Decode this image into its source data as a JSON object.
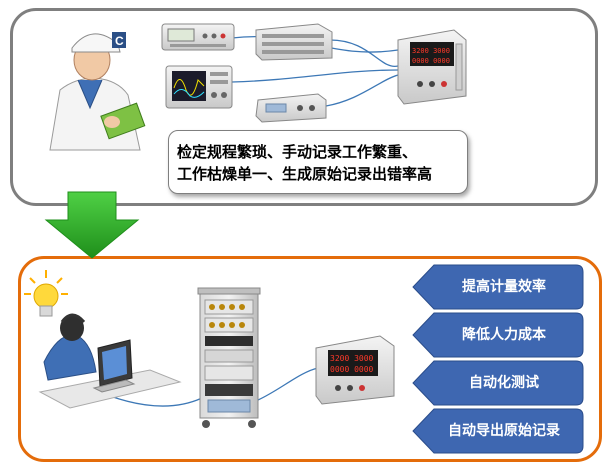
{
  "top_panel": {
    "problem_lines": [
      "检定规程繁琐、手动记录工作繁重、",
      "工作枯燥单一、生成原始记录出错率高"
    ]
  },
  "bottom_panel": {
    "benefits": [
      {
        "label": "提高计量效率"
      },
      {
        "label": "降低人力成本"
      },
      {
        "label": "自动化测试"
      },
      {
        "label": "自动导出原始记录"
      }
    ]
  },
  "instrument_display": {
    "top_row": "3200 3000",
    "bottom_row": "0000 0000"
  },
  "colors": {
    "top_border": "#7f7f7f",
    "bottom_border": "#e46c0a",
    "arrow_green": "#3cb832",
    "benefit_blue": "#3e67b1",
    "cable": "#3d78b6",
    "lightbulb": "#ffd93b"
  },
  "icons": [
    "technician-icon",
    "lightbulb-icon",
    "operator-icon",
    "rack-icon",
    "instrument-icon"
  ]
}
